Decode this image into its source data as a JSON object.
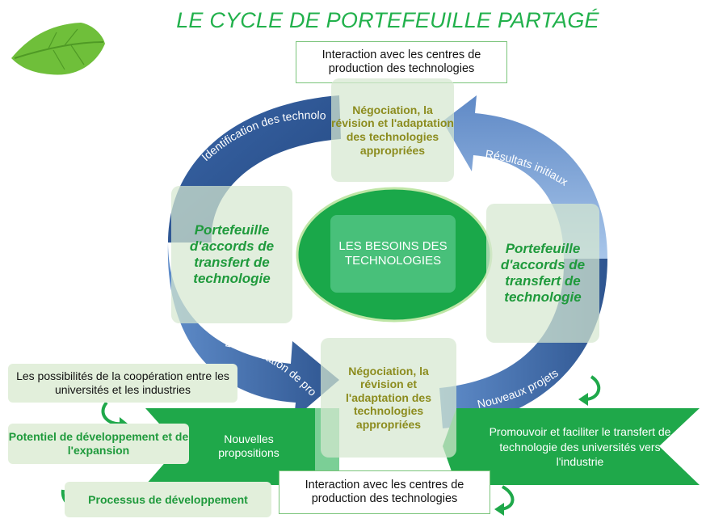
{
  "title": "LE CYCLE DE PORTEFEUILLE PARTAGÉ",
  "center": "LES BESOINS DES TECHNOLOGIES",
  "interaction_top": "Interaction avec les centres de production des technologies",
  "interaction_bottom": "Interaction avec les centres de production des technologies",
  "negotiation_top": "Négociation, la révision et l'adaptation des technologies appropriées",
  "negotiation_bottom": "Négociation, la révision et l'adaptation des technologies appropriées",
  "portfolio_left": "Portefeuille d'accords de transfert de technologie",
  "portfolio_right": "Portefeuille d'accords de transfert de technologie",
  "arrow_identification": "Identification des technologies innovantes",
  "arrow_results": "Résultats initiaux",
  "arrow_realisation": "La réalisation de projets",
  "arrow_new_projects": "Nouveaux projets",
  "possibilities": "Les possibilités de la coopération entre les universités et les industries",
  "potential": "Potentiel de développement et de l'expansion",
  "process": "Processus de développement",
  "new_proposals": "Nouvelles propositions",
  "promote": "Promouvoir et faciliter le transfert de technologie des universités vers l'industrie",
  "icons": [
    "leaf-icon",
    "curved-arrow-icon"
  ],
  "colors": {
    "dark_blue": "#2e5590",
    "light_blue": "#7fa7d8",
    "green": "#22b14c",
    "ellipse": "#1aa84a",
    "olive": "#8c8c1e"
  }
}
